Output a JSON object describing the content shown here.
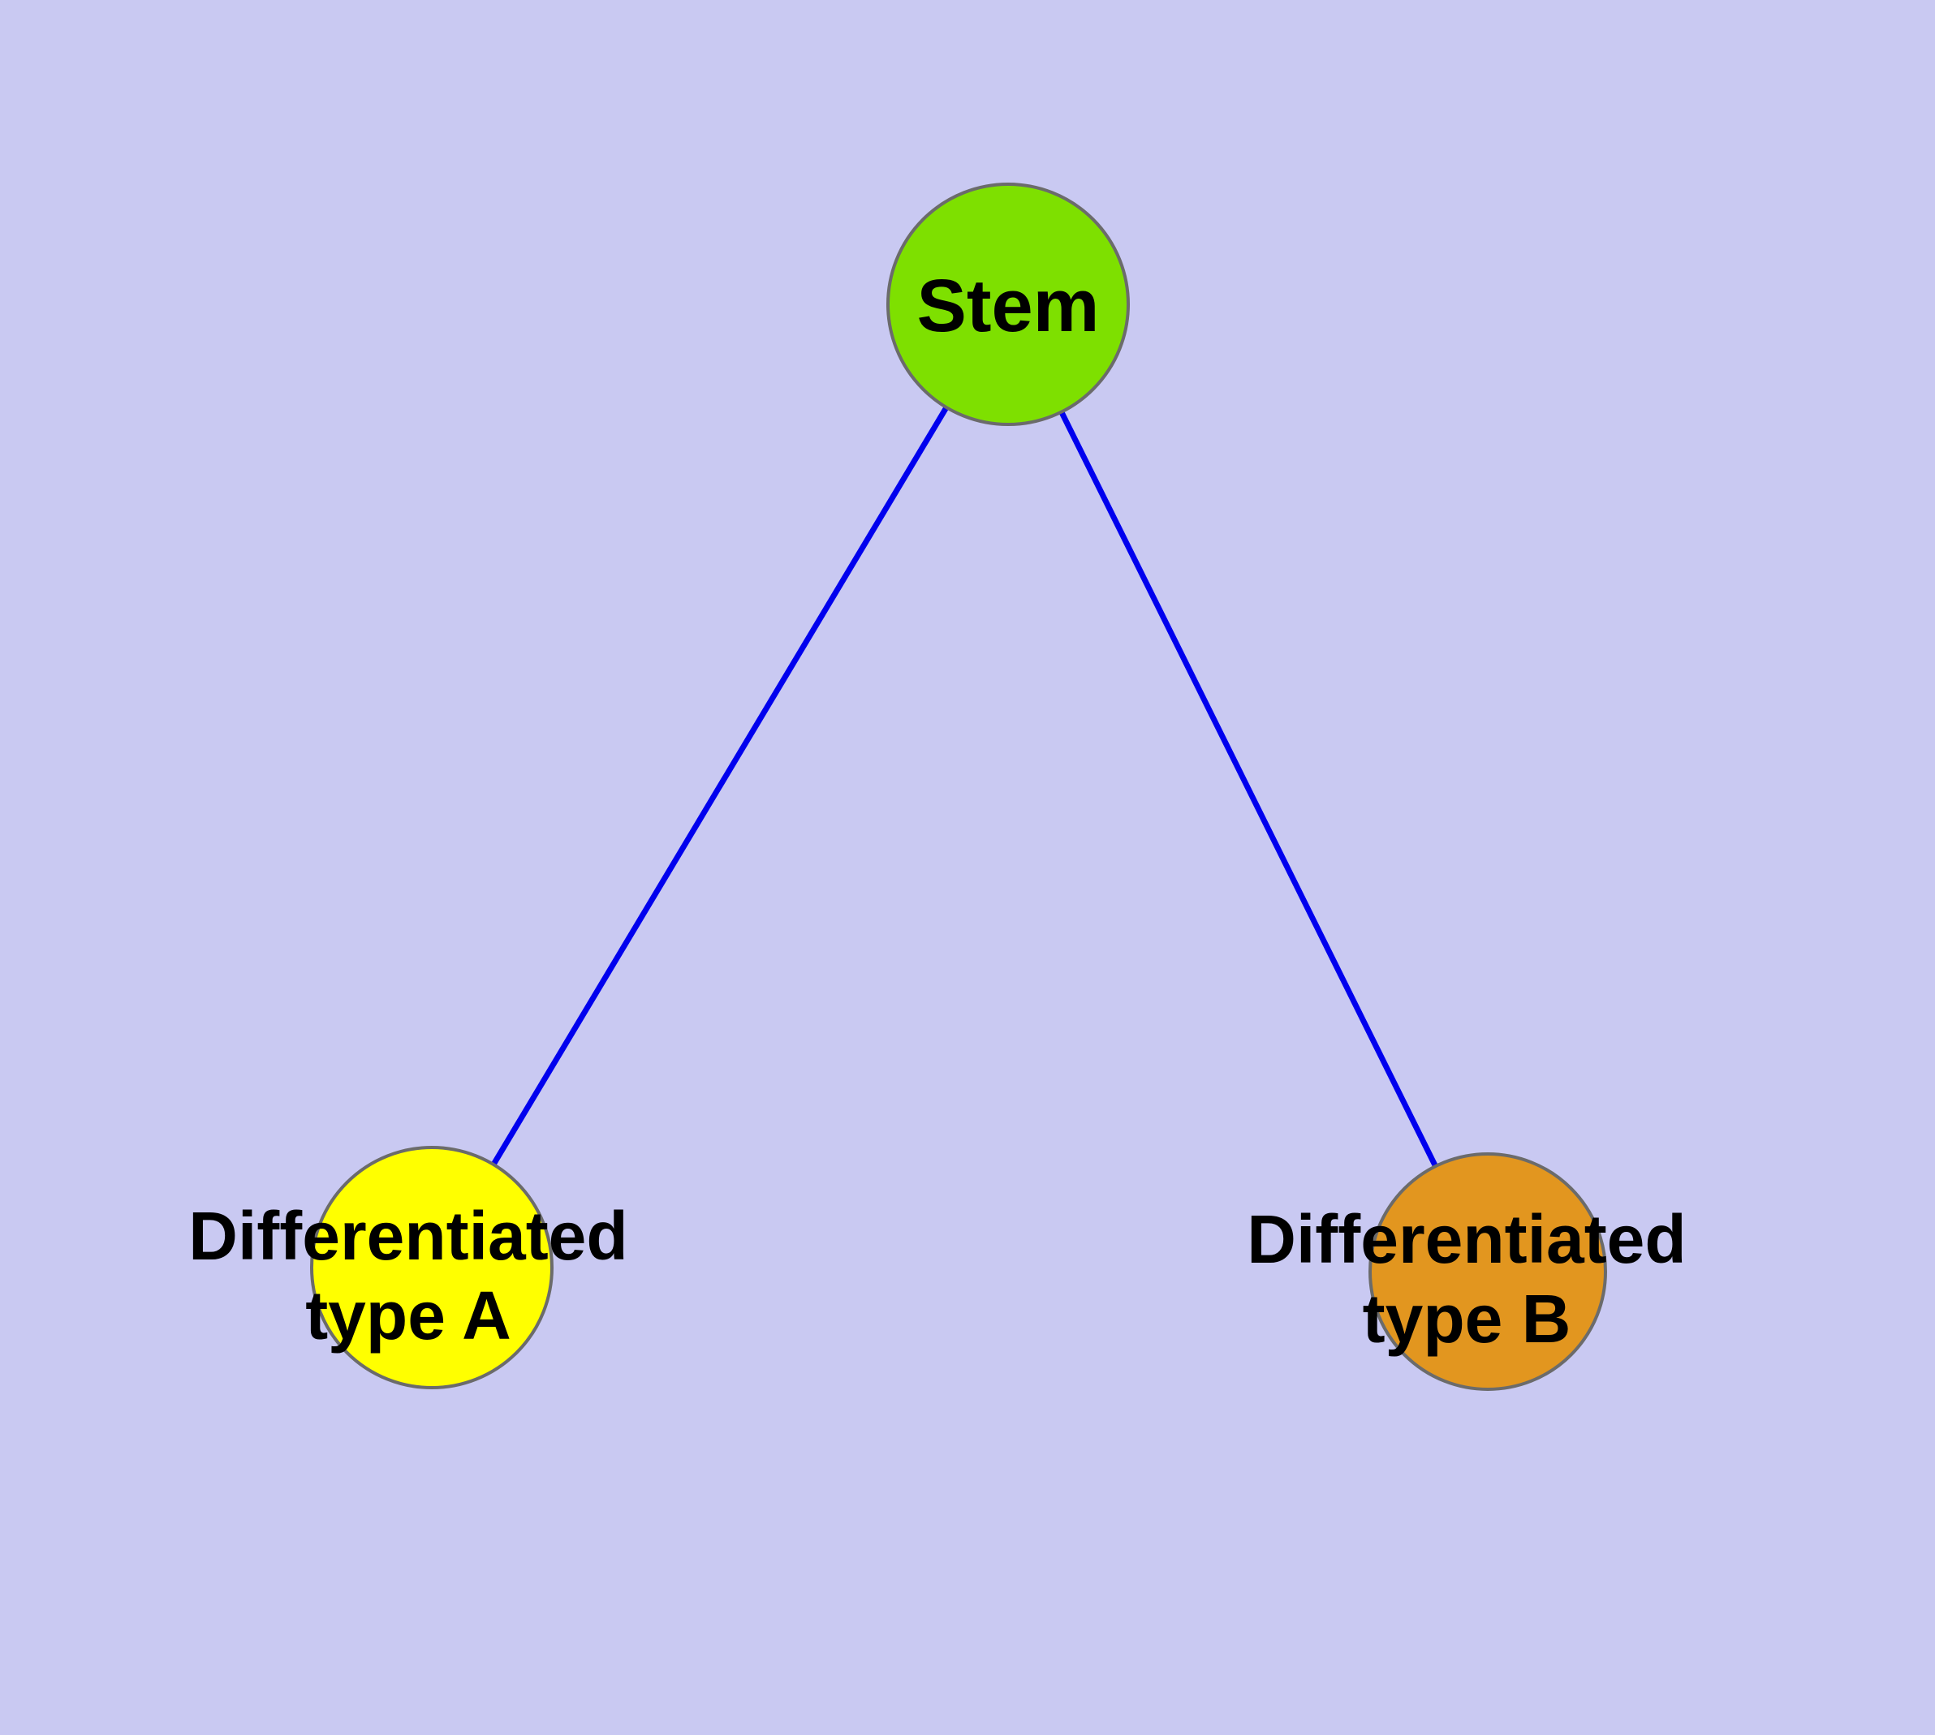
{
  "diagram": {
    "background_color": "#c9c9f2",
    "edge_color": "#0000ee",
    "node_border_color": "#6b6b6b",
    "text_color": "#000000",
    "nodes": [
      {
        "id": "stem",
        "label": "Stem",
        "fill": "#7ee000"
      },
      {
        "id": "differentiated-type-a",
        "label": "Differentiated type A",
        "label_lines": [
          "Differentiated",
          "type A"
        ],
        "fill": "#ffff00"
      },
      {
        "id": "differentiated-type-b",
        "label": "Differentiated type B",
        "label_lines": [
          "Differentiated",
          "type B"
        ],
        "fill": "#e2961f"
      }
    ],
    "edges": [
      {
        "from": "stem",
        "to": "differentiated-type-a"
      },
      {
        "from": "stem",
        "to": "differentiated-type-b"
      }
    ]
  }
}
